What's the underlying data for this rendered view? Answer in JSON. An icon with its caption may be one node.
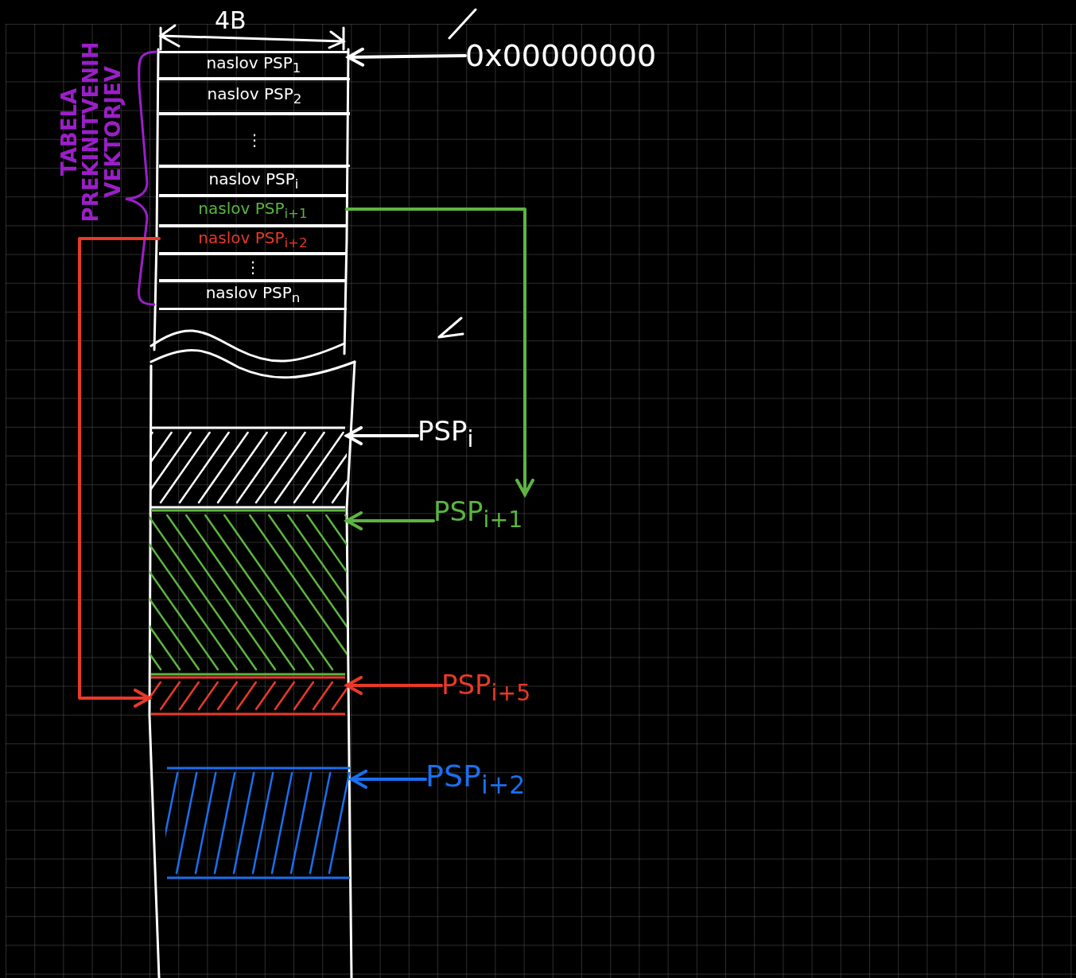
{
  "diagram": {
    "nodes": [
      {
        "text": [
          "naslov PSP$_{1}$"
        ]
      },
      {
        "text": [
          "naslov PSP$_{2}$"
        ]
      },
      {
        "text": [
          "⋮"
        ]
      },
      {
        "text": [
          "naslov PSP$_{i}$"
        ]
      },
      {
        "text": [
          "naslov PSP$_{i+1}$"
        ]
      },
      {
        "text": [
          "naslov PSP$_{i+2}$"
        ]
      },
      {
        "text": [
          "⋮"
        ]
      },
      {
        "text": [
          "naslov PSP$_{n}$"
        ]
      },
      {
        "text": [],
        "shape": "box"
      },
      {
        "text": [],
        "shape": "box"
      },
      {
        "text": [],
        "shape": "box"
      },
      {
        "text": [],
        "shape": "box"
      },
      {
        "text": [
          "0x00000000"
        ]
      },
      {
        "text": [
          "PSP$_{i}$"
        ]
      },
      {
        "text": [
          "PSP$_{i+1}$"
        ]
      },
      {
        "text": [
          "PSP$_{i+5}$"
        ]
      },
      {
        "text": [
          "PSP$_{i+2}$"
        ]
      }
    ],
    "edges": [
      {
        "from": 12,
        "to": 0,
        "arrow": "to"
      },
      {
        "from": 4,
        "to": 14,
        "arrow": "to",
        "color": "#5cb541"
      },
      {
        "from": 14,
        "to": 9,
        "arrow": "to",
        "color": "#5cb541"
      },
      {
        "from": 5,
        "to": 10,
        "arrow": "to",
        "color": "#e8392a"
      },
      {
        "from": 13,
        "to": 8,
        "arrow": "to"
      },
      {
        "from": 15,
        "to": 10,
        "arrow": "to",
        "color": "#e8392a"
      },
      {
        "from": 16,
        "to": 11,
        "arrow": "to",
        "color": "#1a6ff0"
      }
    ],
    "labels": [
      "4B",
      "TABELA PREKINITVENIH VEKTORJEV"
    ]
  }
}
